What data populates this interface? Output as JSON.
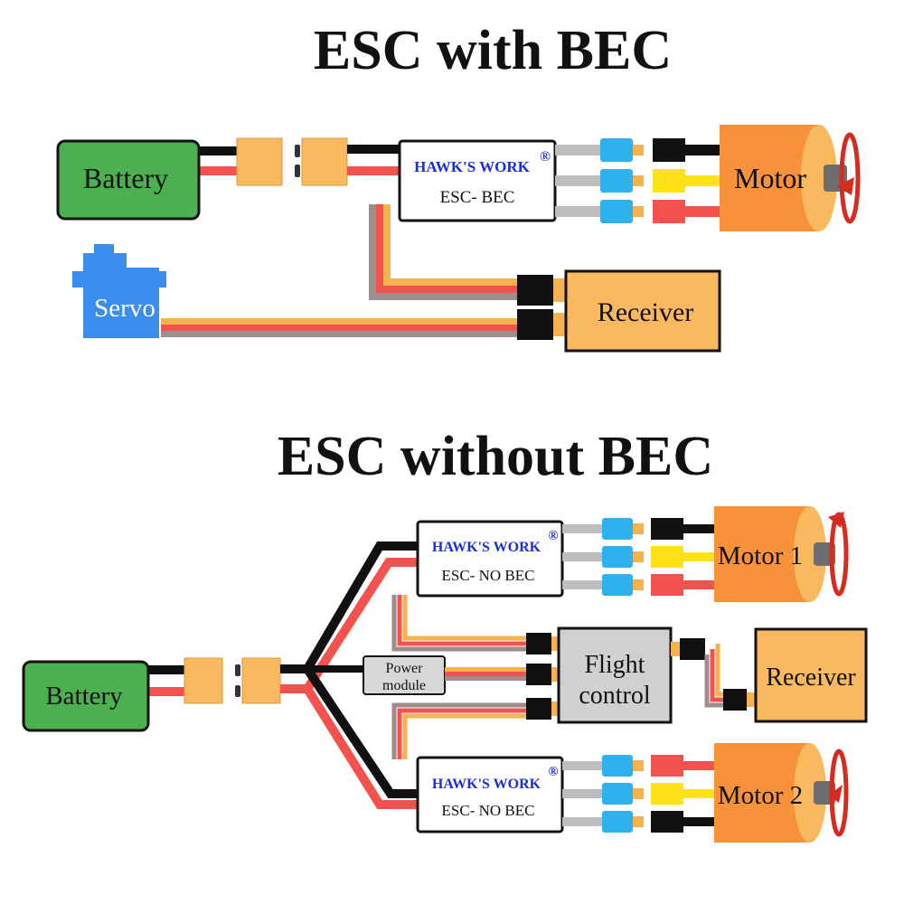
{
  "titles": {
    "with_bec": "ESC with BEC",
    "without_bec": "ESC without BEC"
  },
  "brand": {
    "name": "HAWK'S WORK",
    "registered": "®"
  },
  "with_bec": {
    "battery": "Battery",
    "esc_model": "ESC- BEC",
    "motor": "Motor",
    "servo": "Servo",
    "receiver": "Receiver"
  },
  "without_bec": {
    "battery": "Battery",
    "power_module_line1": "Power",
    "power_module_line2": "module",
    "esc1_model": "ESC- NO BEC",
    "esc2_model": "ESC- NO BEC",
    "flight_control_line1": "Flight",
    "flight_control_line2": "control",
    "motor1": "Motor 1",
    "motor2": "Motor 2",
    "receiver": "Receiver"
  },
  "colors": {
    "battery_green": "#4caf50",
    "motor_orange": "#f7923a",
    "receiver_orange": "#fbb95f",
    "servo_blue": "#3a8ef0",
    "brand_blue": "#1a2fd6",
    "wire_black": "#111111",
    "wire_red": "#f4524f",
    "wire_yellow": "#ffe11a",
    "wire_grey": "#bdbdbd",
    "connector_blue": "#2fb0ef",
    "signal_orange": "#f6b24e"
  }
}
